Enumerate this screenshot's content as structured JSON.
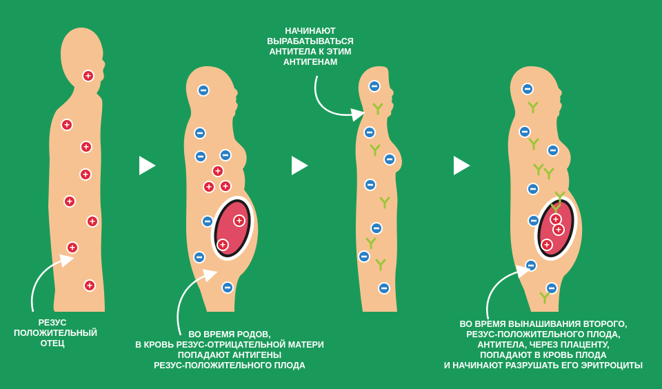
{
  "labels": {
    "father": [
      "РЕЗУС",
      "ПОЛОЖИТЕЛЬНЫЙ",
      "ОТЕЦ"
    ],
    "first_birth": [
      "ВО ВРЕМЯ РОДОВ,",
      "В КРОВЬ РЕЗУС-ОТРИЦАТЕЛЬНОЙ МАТЕРИ",
      "ПОПАДАЮТ АНТИГЕНЫ",
      "РЕЗУС-ПОЛОЖИТЕЛЬНОГО ПЛОДА"
    ],
    "antibodies": [
      "НАЧИНАЮТ",
      "ВЫРАБАТЫВАТЬСЯ",
      "АНТИТЕЛА К ЭТИМ",
      "АНТИГЕНАМ"
    ],
    "second_pregnancy": [
      "ВО ВРЕМЯ ВЫНАШИВАНИЯ ВТОРОГО,",
      "РЕЗУС-ПОЛОЖИТЕЛЬНОГО ПЛОДА,",
      "АНТИТЕЛА, ЧЕРЕЗ ПЛАЦЕНТУ,",
      "ПОПАДАЮТ В КРОВЬ ПЛОДА",
      "И НАЧИНАЮТ РАЗРУШАТЬ ЕГО ЭРИТРОЦИТЫ"
    ]
  },
  "symbols": {
    "positive": "+",
    "negative": "−"
  },
  "colors": {
    "background": "#1a9a5a",
    "skin": "#f7c291",
    "positive_cell": "#e0263a",
    "negative_cell": "#2a7fc4",
    "antibody": "#9cc63a",
    "womb_fill": "#e04a63",
    "text": "#ffffff"
  }
}
